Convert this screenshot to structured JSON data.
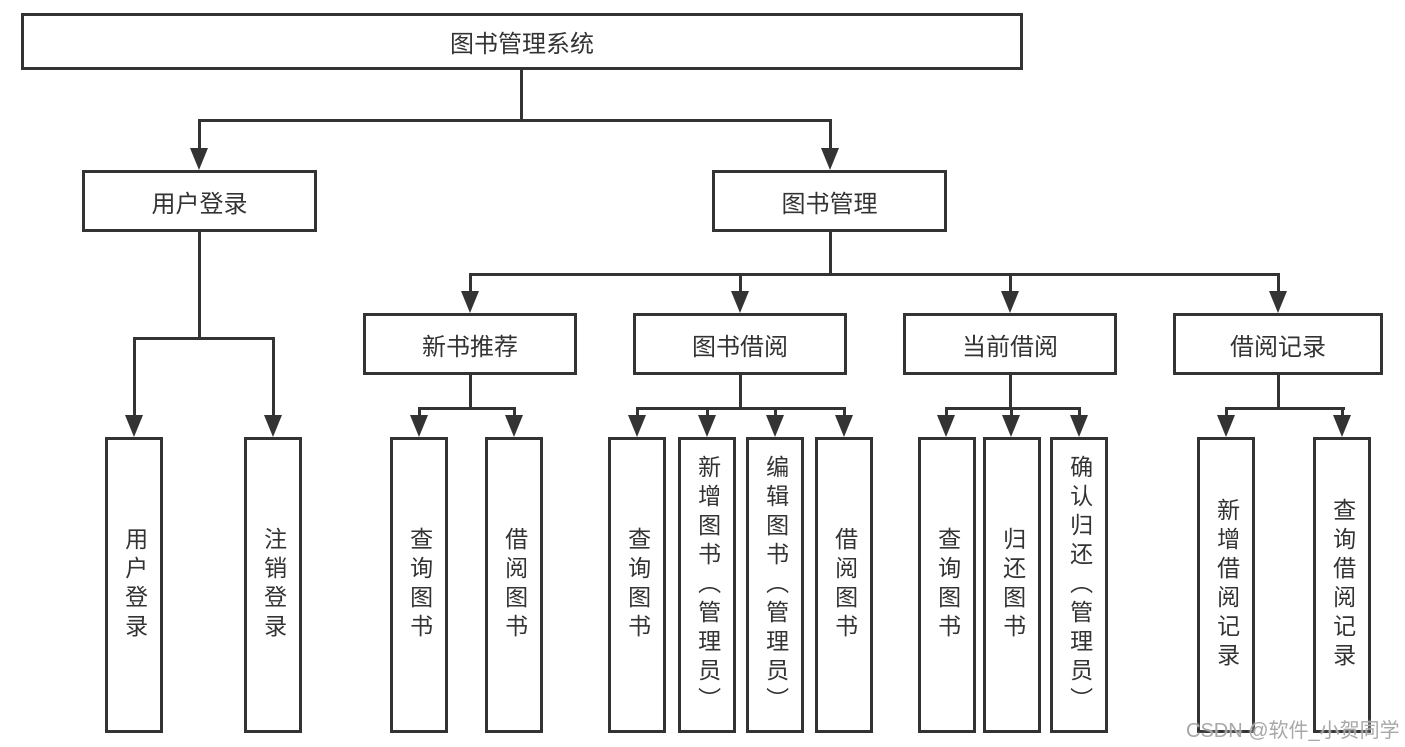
{
  "diagram": {
    "root": {
      "label": "图书管理系统"
    },
    "branches": [
      {
        "label": "用户登录",
        "children": [
          {
            "label": "用户登录"
          },
          {
            "label": "注销登录"
          }
        ]
      },
      {
        "label": "图书管理",
        "children": [
          {
            "label": "新书推荐",
            "children": [
              {
                "label": "查询图书"
              },
              {
                "label": "借阅图书"
              }
            ]
          },
          {
            "label": "图书借阅",
            "children": [
              {
                "label": "查询图书"
              },
              {
                "label": "新增图书（管理员）"
              },
              {
                "label": "编辑图书（管理员）"
              },
              {
                "label": "借阅图书"
              }
            ]
          },
          {
            "label": "当前借阅",
            "children": [
              {
                "label": "查询图书"
              },
              {
                "label": "归还图书"
              },
              {
                "label": "确认归还（管理员）"
              }
            ]
          },
          {
            "label": "借阅记录",
            "children": [
              {
                "label": "新增借阅记录"
              },
              {
                "label": "查询借阅记录"
              }
            ]
          }
        ]
      }
    ]
  },
  "watermark": {
    "text": "CSDN @软件_小贺同学"
  },
  "colors": {
    "line": "#333333",
    "text": "#333333",
    "box_bg": "#ffffff",
    "background": "#ffffff",
    "watermark": "#a8a8a8"
  }
}
